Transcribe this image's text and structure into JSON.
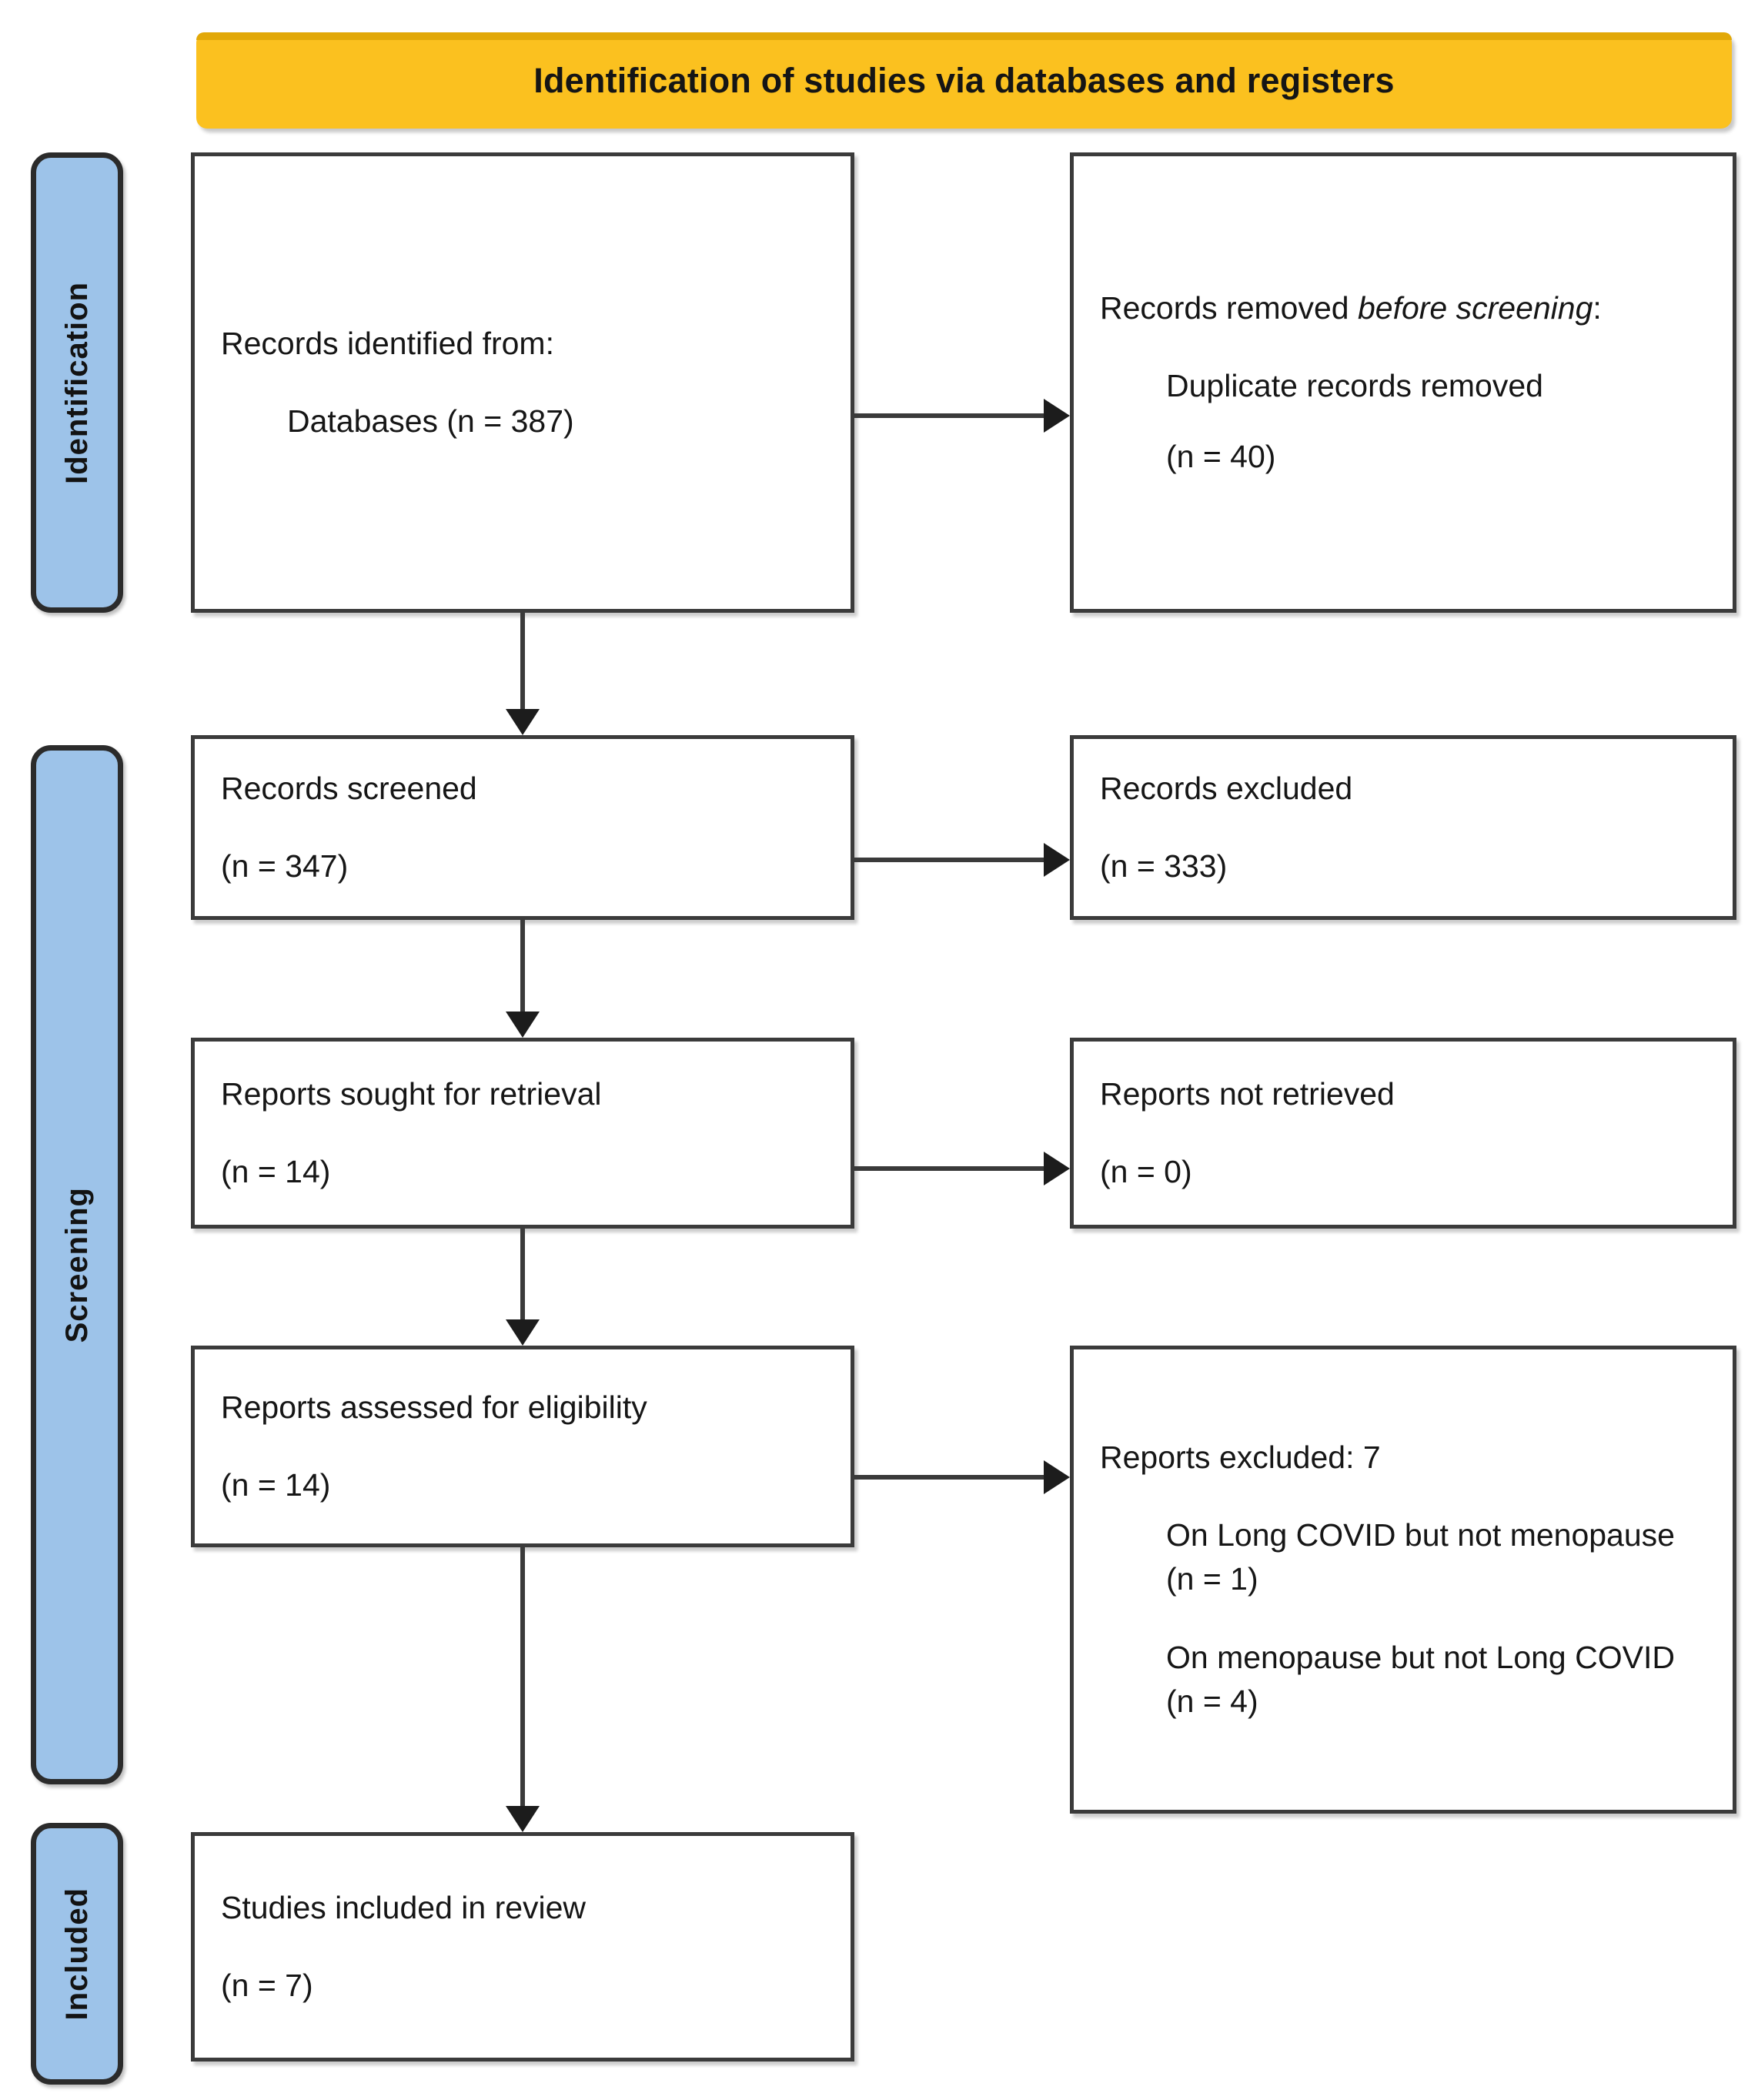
{
  "banner": {
    "title": "Identification of studies via databases and registers",
    "background_color": "#FBC11F",
    "top_edge_color": "#E2A808"
  },
  "stages": [
    {
      "id": "identification",
      "label": "Identification"
    },
    {
      "id": "screening",
      "label": "Screening"
    },
    {
      "id": "included",
      "label": "Included"
    }
  ],
  "stage_color": "#9DC3E9",
  "boxes": {
    "identified": {
      "line1": "Records identified from:",
      "line2": "Databases (n = 387)"
    },
    "removed": {
      "line1_prefix": "Records removed ",
      "line1_italic": "before screening",
      "line1_suffix": ":",
      "line2": "Duplicate records removed",
      "line3": "(n = 40)"
    },
    "screened": {
      "line1": "Records screened",
      "line2": "(n = 347)"
    },
    "excluded": {
      "line1": "Records excluded",
      "line2": "(n = 333)"
    },
    "sought": {
      "line1": "Reports sought for retrieval",
      "line2": "(n = 14)"
    },
    "not_retrieved": {
      "line1": "Reports not retrieved",
      "line2": "(n = 0)"
    },
    "assessed": {
      "line1": "Reports assessed for eligibility",
      "line2": "(n = 14)"
    },
    "reports_excluded": {
      "line1": "Reports excluded: 7",
      "line2": "On Long COVID but not menopause (n = 1)",
      "line3": "On menopause but not Long COVID (n = 4)"
    },
    "included": {
      "line1": "Studies included in review",
      "line2": "(n = 7)"
    }
  },
  "chart_data": {
    "type": "diagram",
    "title": "PRISMA 2020 flow diagram",
    "subtitle": "Identification of studies via databases and registers",
    "nodes": [
      {
        "id": "identified",
        "stage": "Identification",
        "column": "left",
        "label": "Records identified from: Databases",
        "n": 387
      },
      {
        "id": "removed",
        "stage": "Identification",
        "column": "right",
        "label": "Records removed before screening: Duplicate records removed",
        "n": 40
      },
      {
        "id": "screened",
        "stage": "Screening",
        "column": "left",
        "label": "Records screened",
        "n": 347
      },
      {
        "id": "excluded",
        "stage": "Screening",
        "column": "right",
        "label": "Records excluded",
        "n": 333
      },
      {
        "id": "sought",
        "stage": "Screening",
        "column": "left",
        "label": "Reports sought for retrieval",
        "n": 14
      },
      {
        "id": "not_retrieved",
        "stage": "Screening",
        "column": "right",
        "label": "Reports not retrieved",
        "n": 0
      },
      {
        "id": "assessed",
        "stage": "Screening",
        "column": "left",
        "label": "Reports assessed for eligibility",
        "n": 14
      },
      {
        "id": "reports_excluded",
        "stage": "Screening",
        "column": "right",
        "label": "Reports excluded",
        "n": 7,
        "reasons": [
          {
            "label": "On Long COVID but not menopause",
            "n": 1
          },
          {
            "label": "On menopause but not Long COVID",
            "n": 4
          }
        ]
      },
      {
        "id": "included",
        "stage": "Included",
        "column": "left",
        "label": "Studies included in review",
        "n": 7
      }
    ],
    "edges": [
      {
        "from": "identified",
        "to": "removed",
        "direction": "right"
      },
      {
        "from": "identified",
        "to": "screened",
        "direction": "down"
      },
      {
        "from": "screened",
        "to": "excluded",
        "direction": "right"
      },
      {
        "from": "screened",
        "to": "sought",
        "direction": "down"
      },
      {
        "from": "sought",
        "to": "not_retrieved",
        "direction": "right"
      },
      {
        "from": "sought",
        "to": "assessed",
        "direction": "down"
      },
      {
        "from": "assessed",
        "to": "reports_excluded",
        "direction": "right"
      },
      {
        "from": "assessed",
        "to": "included",
        "direction": "down"
      }
    ]
  }
}
